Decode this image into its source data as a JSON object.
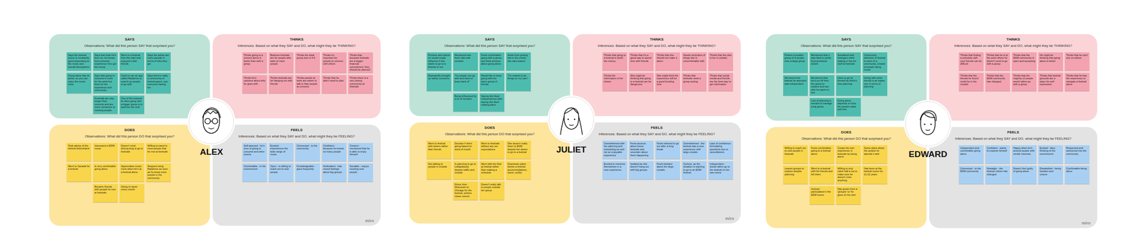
{
  "diagram": {
    "nodes": [
      {
        "text": [
          "SAYS",
          "Observations: What did this person SAY that surprised you?"
        ]
      },
      {
        "text": [
          "Says the festival scene is constantly good depending on the music and overall atmosphere"
        ],
        "in": 0
      },
      {
        "text": [
          "Says that fests he's been to, he knows from previous experience he's got the lineup"
        ],
        "in": 0
      },
      {
        "text": [
          "Went to a festival from the start and enjoyed it with friends"
        ],
        "in": 0
      },
      {
        "text": [
          "Says the artists are more popular in terms of who they get"
        ],
        "in": 0
      },
      {
        "text": [
          "Going alone has its perks, so you can enjoy the music more"
        ],
        "in": 0
      },
      {
        "text": [
          "Says that going to concerts is more for the artist but fests for the experience and community"
        ],
        "in": 0
      },
      {
        "text": [
          "Used to use an app called Radarrius to search up people to go with"
        ],
        "in": 0
      },
      {
        "text": [
          "Says there's really a community of festival-goers, just everyone having fun"
        ],
        "in": 0
      },
      {
        "text": [
          "Festivals are way longer than concerts and are more conducive to meeting people"
        ],
        "in": 0
      },
      {
        "text": [
          "One of the reasons he likes going with a bigger group is to optimize the cost"
        ],
        "in": 0
      },
      {
        "text": [
          "THINKS",
          "Inferences: Based on what they SAY and DO, what might they be THINKING?"
        ]
      },
      {
        "text": [
          "Thinks going to a concert alone is better than with a group"
        ],
        "in": 11
      },
      {
        "text": [
          "Believes festivals are for people who want to meet people"
        ],
        "in": 11
      },
      {
        "text": [
          "Thinks the ideal group size is 4-6"
        ],
        "in": 11
      },
      {
        "text": [
          "Thinks it's important for people to connect with others"
        ],
        "in": 11
      },
      {
        "text": [
          "Thinks that because festivals are a bigger financial commitment, they should be planned"
        ],
        "in": 11
      },
      {
        "text": [
          "Thinks he's cautious about who he goes with"
        ],
        "in": 11
      },
      {
        "text": [
          "Thinks festivals are for hanging out with friends"
        ],
        "in": 11
      },
      {
        "text": [
          "Thinks people at fests are easier to talk to than people at concerts"
        ],
        "in": 11
      },
      {
        "text": [
          "Thinks that he didn't need to plan"
        ],
        "in": 11
      },
      {
        "text": [
          "Thinks there is a very strong community at festivals"
        ],
        "in": 11
      },
      {
        "text": [
          "DOES",
          "Observations: What did this person DO that surprised you?"
        ]
      },
      {
        "text": [
          "Took advice of the festival beforehand"
        ],
        "in": 22
      },
      {
        "text": [
          "Interested in EDM music"
        ],
        "in": 22
      },
      {
        "text": [
          "Doesn't mind driving long to go to festivals"
        ],
        "in": 22
      },
      {
        "text": [
          "Willing to travel to meet people that he met at festivals"
        ],
        "in": 22
      },
      {
        "text": [
          "Went to Canada for a festival"
        ],
        "in": 22
      },
      {
        "text": [
          "Is very comfortable going alone"
        ],
        "in": 22
      },
      {
        "text": [
          "Appreciates music more when he's at a festival alone"
        ],
        "in": 22
      },
      {
        "text": [
          "Stopped using Radarrius as soon as he knew more people in the community"
        ],
        "in": 22
      },
      {
        "text": [
          "Became friends with people he met at festivals"
        ],
        "in": 22
      },
      {
        "text": [
          "Going to raves every month"
        ],
        "in": 22
      },
      {
        "text": [
          "FEELS",
          "Inferences: Based on what they SAY and DO, what might they be FEELING?"
        ]
      },
      {
        "text": [
          "Self-assured - he's sure of going to concerts and other events"
        ],
        "in": 33
      },
      {
        "text": [
          "Excited - experiences the wide range of music"
        ],
        "in": 33
      },
      {
        "text": [
          "Connected - to the community"
        ],
        "in": 33
      },
      {
        "text": [
          "Confident - because he knows so many people"
        ],
        "in": 33
      },
      {
        "text": [
          "Content - mentioned that he is able to enjoy himself"
        ],
        "in": 33
      },
      {
        "text": [
          "Comfortable - in his environment"
        ],
        "in": 33
      },
      {
        "text": [
          "Open - is willing to reach out to new people"
        ],
        "in": 33
      },
      {
        "text": [
          "Knowledgeable - goes frequently"
        ],
        "in": 33
      },
      {
        "text": [
          "Ambivalent - has mixed feelings about big groups"
        ],
        "in": 33
      },
      {
        "text": [
          "Sociable - enjoys meeting new people"
        ],
        "in": 33
      },
      {
        "text": [
          "SAYS",
          "Observations: What did this person SAY that surprised you?"
        ]
      },
      {
        "text": [
          "Pictures and videos on social media influence if she wants to go to a festival or not"
        ],
        "in": 44
      },
      {
        "text": [
          "Mentioned she feels safe with vendors"
        ],
        "in": 44
      },
      {
        "text": [
          "Feels comfortable going with a group and feels anxious about going alone"
        ],
        "in": 44
      },
      {
        "text": [
          "Aside from getting lost in the crowd, she was scared"
        ],
        "in": 44
      },
      {
        "text": [
          "Repeatedly brought up safety concerns"
        ],
        "in": 44
      },
      {
        "text": [
          "\"It's people you go with and have to keep track of\""
        ],
        "in": 44
      },
      {
        "text": [
          "Would like to keep going with the same group of friends"
        ],
        "in": 44
      },
      {
        "text": [
          "\"I'm scared to do things on my own\""
        ],
        "in": 44
      },
      {
        "text": [
          "Being influenced by a lot of vendors"
        ],
        "in": 44
      },
      {
        "text": [
          "Saying she liked independence after saying she liked making plans"
        ],
        "in": 44
      },
      {
        "text": [
          "THINKS",
          "Inferences: Based on what they SAY and DO, what might they be THINKING?"
        ]
      },
      {
        "text": [
          "Thinks that going to a festival is worth the money"
        ],
        "in": 55
      },
      {
        "text": [
          "Thinks that it's a good way to spend time with friends"
        ],
        "in": 55
      },
      {
        "text": [
          "Thinks that she should not make it alone"
        ],
        "in": 55
      },
      {
        "text": [
          "Needs reminders of things she is uncomfortable with"
        ],
        "in": 55
      },
      {
        "text": [
          "Thinks that the vibe is fun in crowds"
        ],
        "in": 55
      },
      {
        "text": [
          "Thinks the information is her choice"
        ],
        "in": 55
      },
      {
        "text": [
          "She might be thinking that going to a festival can be dangerous"
        ],
        "in": 55
      },
      {
        "text": [
          "She might think the experience will be a good bonding time"
        ],
        "in": 55
      },
      {
        "text": [
          "Thinks that festivals need a group setting"
        ],
        "in": 55
      },
      {
        "text": [
          "Thinks that social media and friends are the best way to get information"
        ],
        "in": 55
      },
      {
        "text": [
          "DOES",
          "Observations: What did this person DO that surprised you?"
        ]
      },
      {
        "text": [
          "Went to festival with sisters rather than friends"
        ],
        "in": 66
      },
      {
        "text": [
          "Decides if she's going based on word of mouth"
        ],
        "in": 66
      },
      {
        "text": [
          "Went to festivals without any set expectations"
        ],
        "in": 66
      },
      {
        "text": [
          "She doesn't really listen to EDM despite her desire to go to a festival"
        ],
        "in": 66
      },
      {
        "text": [
          "Not talking to people in crowds"
        ],
        "in": 66
      },
      {
        "text": [
          "Is planning to go to Lollapalooza despite traffic and crowds"
        ],
        "in": 66
      },
      {
        "text": [
          "Went with the flow at festival rather than making a schedule"
        ],
        "in": 66
      },
      {
        "text": [
          "Downtown plans before a festival: accommodations, travel, outfits"
        ],
        "in": 66
      },
      {
        "text": [
          "Drove from Wisconsin to Chicago for the festival, prefers closer events"
        ],
        "in": 66
      },
      {
        "text": [
          "Doesn't really talk to people outside her group"
        ],
        "in": 66
      },
      {
        "text": [
          "FEELS",
          "Inferences: Based on what they SAY and DO, what might they be FEELING?"
        ]
      },
      {
        "text": [
          "Overwhelmed with the planning and scheduling as well - not an enjoyable experience"
        ],
        "in": 77
      },
      {
        "text": [
          "Feels anxious about future festivals and uncertain about them happening"
        ],
        "in": 77
      },
      {
        "text": [
          "Feels relieved to go out after a long break"
        ],
        "in": 77
      },
      {
        "text": [
          "Overwhelmed - the festival was a new experience with large crowds"
        ],
        "in": 77
      },
      {
        "text": [
          "Lack of confidence: formulating questions due to cancellations"
        ],
        "in": 77
      },
      {
        "text": [
          "Excited to immerse themselves in a new experience"
        ],
        "in": 77
      },
      {
        "text": [
          "Isolated as she doesn't hang out with big groups"
        ],
        "in": 77
      },
      {
        "text": [
          "Feels hesitant about the large crowds"
        ],
        "in": 77
      },
      {
        "text": [
          "Curious, as the situation is wanting to go to an EDM festival"
        ],
        "in": 77
      },
      {
        "text": [
          "Independent - would rather go to the festival on her own terms"
        ],
        "in": 77
      },
      {
        "text": [
          "SAYS",
          "Observations: What did this person SAY that surprised you?"
        ]
      },
      {
        "text": [
          "Prefers a smaller group of 3 people over a large group"
        ],
        "in": 88
      },
      {
        "text": [
          "Mentioned that it was hard to justify buying festival tickets"
        ],
        "in": 88
      },
      {
        "text": [
          "Socialized with strangers while waiting in line for stuff at festivals"
        ],
        "in": 88
      },
      {
        "text": [
          "Community definition of festival is more of a community, a band of people doing music"
        ],
        "in": 88
      },
      {
        "text": [
          "Mentioned the festival he attended was independent"
        ],
        "in": 88
      },
      {
        "text": [
          "Mentioned that he'd cut off from the group to explore and see who he wants to see"
        ],
        "in": 88
      },
      {
        "text": [
          "Likes to go by himself as there's less planning"
        ],
        "in": 88
      },
      {
        "text": [
          "Going with close friends is an easier one in terms of planning"
        ],
        "in": 88
      },
      {
        "text": [
          "Lots of planning is needed to manage a big group"
        ],
        "in": 88
      },
      {
        "text": [
          "Going alone depends on how the people relate with him"
        ],
        "in": 88
      },
      {
        "text": [
          "THINKS",
          "Inferences: Based on what they SAY and DO, what might they be THINKING?"
        ]
      },
      {
        "text": [
          "Thinks that finding a schedule with your friends can be difficult"
        ],
        "in": 99
      },
      {
        "text": [
          "Thinks that he is at the point where he doesn't need to go with a group"
        ],
        "in": 99
      },
      {
        "text": [
          "Thinks that the EDM community is open and accepting"
        ],
        "in": 99
      },
      {
        "text": [
          "He might be thinking that going alone is better"
        ],
        "in": 99
      },
      {
        "text": [
          "Thinks that he can't rely on others"
        ],
        "in": 99
      },
      {
        "text": [
          "Thinks that the friends he found could be in the crowds"
        ],
        "in": 99
      },
      {
        "text": [
          "Thinks that the EDM community has changed"
        ],
        "in": 99
      },
      {
        "text": [
          "Thinks that the majority of people would rather go with a group"
        ],
        "in": 99
      },
      {
        "text": [
          "Thinks that festival grounds are a place for self-expression"
        ],
        "in": 99
      },
      {
        "text": [
          "Thinks that he has the experience to navigate a festival alone"
        ],
        "in": 99
      },
      {
        "text": [
          "DOES",
          "Observations: What did this person DO that surprised you?"
        ]
      },
      {
        "text": [
          "Willing to reach out to new people in festivals"
        ],
        "in": 110
      },
      {
        "text": [
          "Feels comfortable going to a festival alone"
        ],
        "in": 110
      },
      {
        "text": [
          "Curate his own experience in festivals by being alone"
        ],
        "in": 110
      },
      {
        "text": [
          "Some plans about the people he attends it with"
        ],
        "in": 110
      },
      {
        "text": [
          "Leaves groups to explore despite planning"
        ],
        "in": 110
      },
      {
        "text": [
          "Went to a festival with his friends and left them"
        ],
        "in": 110
      },
      {
        "text": [
          "Willing to only catch half a set to make sure he doesn't miss anything"
        ],
        "in": 110
      },
      {
        "text": [
          "Has been at the festival scene for 11-12 years"
        ],
        "in": 110
      },
      {
        "text": [
          "Actively participated in the EDM scene"
        ],
        "in": 110
      },
      {
        "text": [
          "Has grown from a 'groupie' to 'he goes on his own'"
        ],
        "in": 110
      },
      {
        "text": [
          "FEELS",
          "Inferences: Based on what they SAY and DO, what might they be FEELING?"
        ]
      },
      {
        "text": [
          "Independent and comfortable going alone"
        ],
        "in": 121
      },
      {
        "text": [
          "Confident - wants to express himself"
        ],
        "in": 121
      },
      {
        "text": [
          "Happy when he's around people with similar interests"
        ],
        "in": 121
      },
      {
        "text": [
          "Excited - likes thinking of the environment"
        ],
        "in": 121
      },
      {
        "text": [
          "Respected and welcomed into the community"
        ],
        "in": 121
      },
      {
        "text": [
          "Connected - to the EDM community"
        ],
        "in": 121
      },
      {
        "text": [
          "Nostalgic - the festival culture has changed"
        ],
        "in": 121
      },
      {
        "text": [
          "Doesn't feel guilty of going alone"
        ],
        "in": 121
      },
      {
        "text": [
          "Dissatisfied - being hesitant and unsure"
        ],
        "in": 121
      },
      {
        "text": [
          "Comfortable being alone"
        ],
        "in": 121
      }
    ],
    "labels": [
      "ALEX",
      "JULIET",
      "EDWARD",
      "miro",
      "miro",
      "miro"
    ]
  }
}
